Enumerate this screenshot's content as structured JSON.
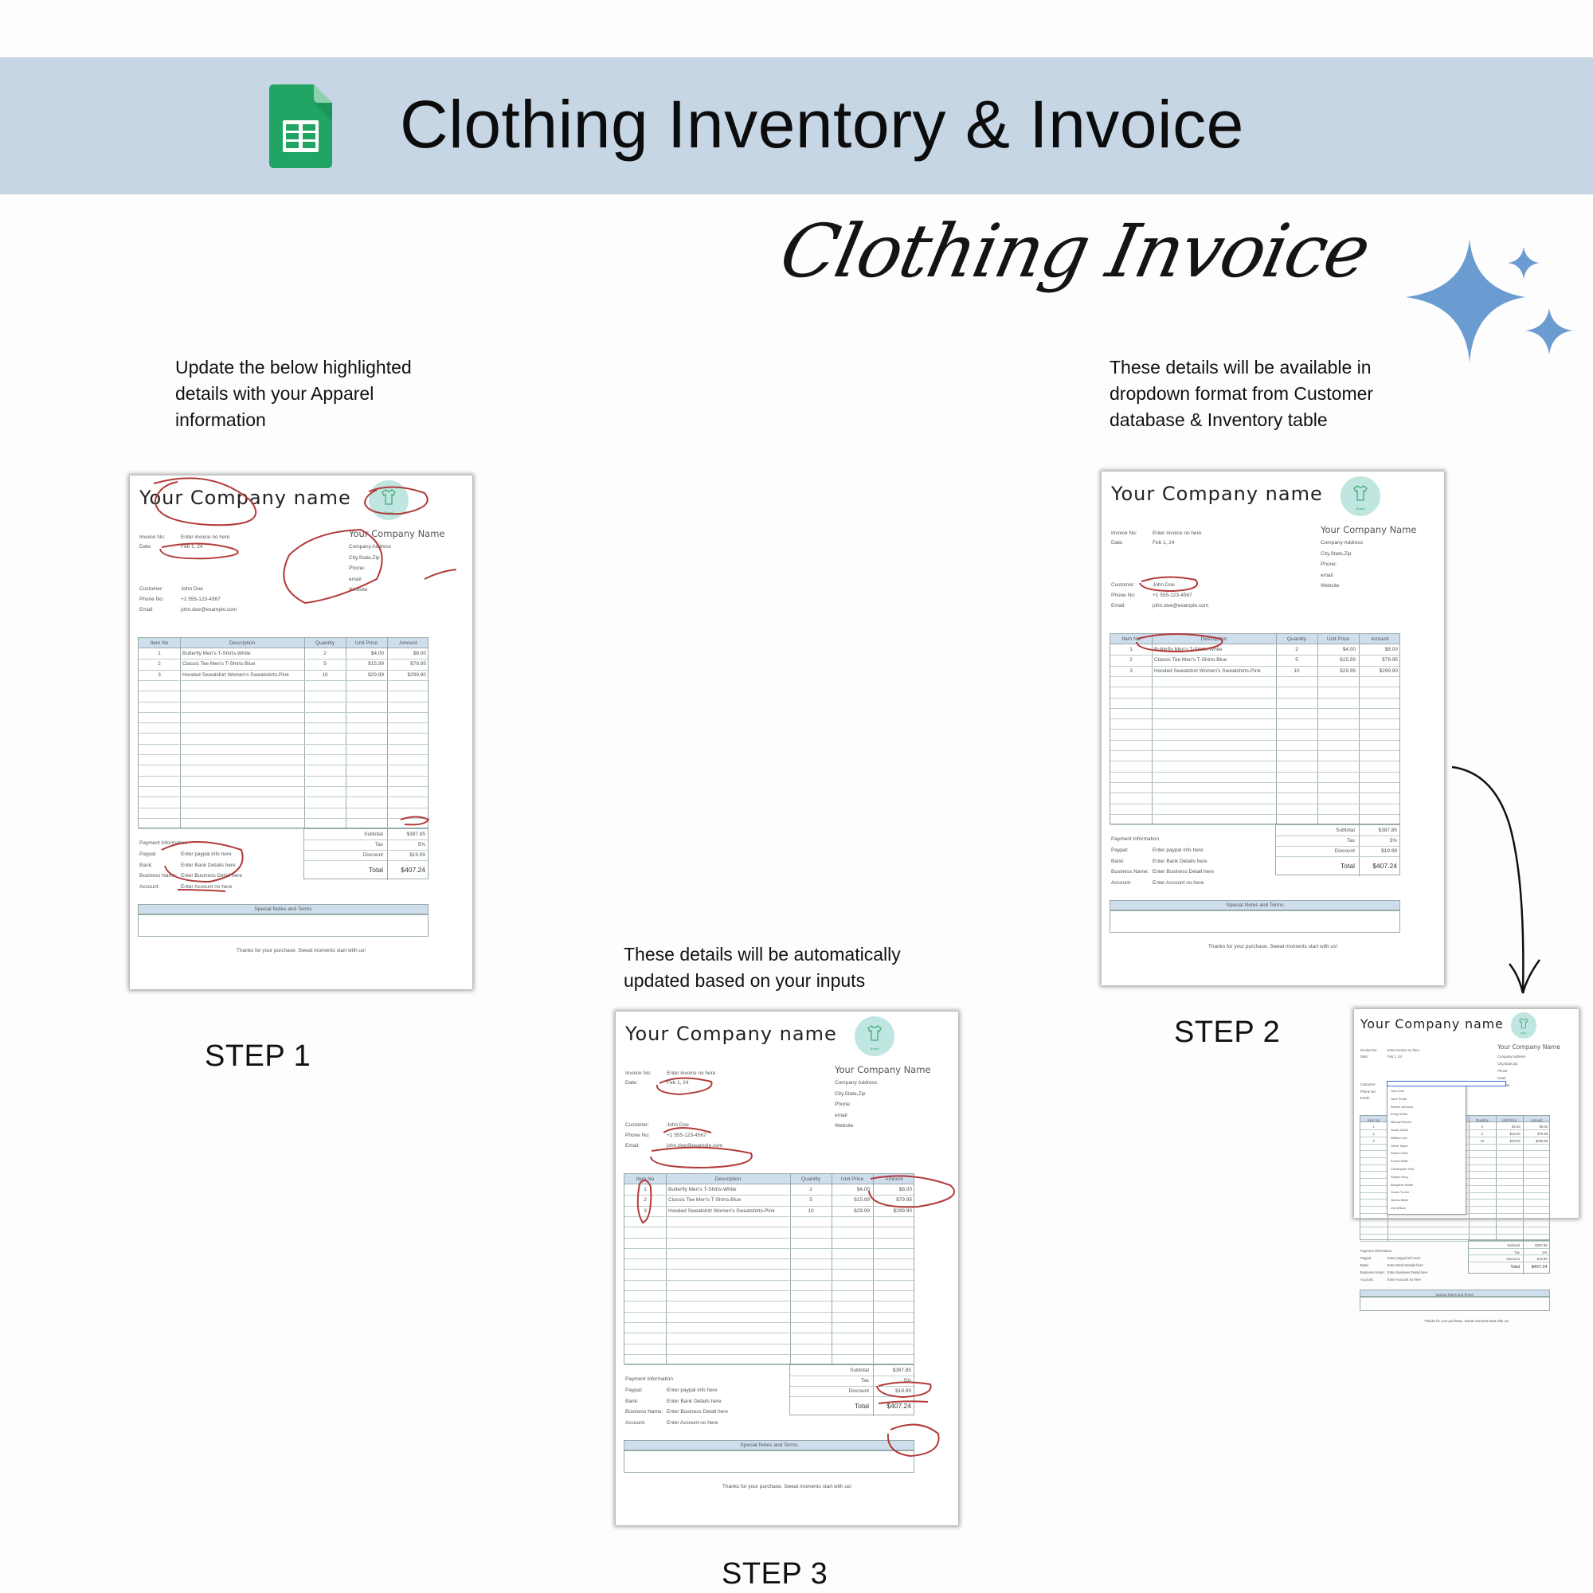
{
  "header": {
    "title": "Clothing Inventory & Invoice",
    "app_icon": "google-sheets-icon",
    "banner_color": "#c6d6e4"
  },
  "script_title": "Clothing Invoice",
  "captions": {
    "step1": "Update the below highlighted details with your Apparel information",
    "step2": "These details will be available in dropdown format from Customer database & Inventory table",
    "step3": "These details will be automatically updated based on your inputs"
  },
  "steps": {
    "step1": "STEP 1",
    "step2": "STEP 2",
    "step3": "STEP 3"
  },
  "invoice": {
    "company": "Your Company name",
    "company_name": "Your Company Name",
    "brand": "Brand",
    "address": [
      "Company Address",
      "City,State,Zip",
      "Phone:",
      "email",
      "Website"
    ],
    "fields": {
      "invoice_no_label": "Invoice No:",
      "invoice_no_value": "Enter invoice no here",
      "date_label": "Date:",
      "date_value": "Feb 1, 24",
      "customer_label": "Customer:",
      "customer_value": "John Doe",
      "phone_label": "Phone No:",
      "phone_value": "+1 555-123-4567",
      "email_label": "Email:",
      "email_value": "john.doe@example.com"
    },
    "columns": [
      "Item No",
      "Description",
      "Quantity",
      "Unit Price",
      "Amount"
    ],
    "rows": [
      [
        "1",
        "Butterfly Men's T-Shirts-White",
        "2",
        "$4.00",
        "$8.00"
      ],
      [
        "2",
        "Classic Tee Men's T-Shirts-Blue",
        "5",
        "$15.99",
        "$79.95"
      ],
      [
        "3",
        "Hooded Sweatshirt Women's Sweatshirts-Pink",
        "10",
        "$29.99",
        "$299.90"
      ]
    ],
    "totals": {
      "subtotal_label": "Subtotal",
      "subtotal": "$387.85",
      "tax_label": "Tax",
      "tax": "5%",
      "discount_label": "Discount",
      "discount": "$19.99",
      "total_label": "Total",
      "total": "$407.24"
    },
    "payment": {
      "title": "Payment Information",
      "paypal_label": "Paypal:",
      "paypal_value": "Enter paypal info here",
      "bank_label": "Bank:",
      "bank_value": "Enter Bank Details here",
      "business_label": "Business Name:",
      "business_value": "Enter Business Detail here",
      "account_label": "Account:",
      "account_value": "Enter Account no here"
    },
    "notes_title": "Special Notes and Terms",
    "thanks": "Thanks for your purchase. Sweat moments start with us!"
  },
  "dropdown_customers": [
    "John Doe",
    "Jane Smith",
    "Robert Johnson",
    "Emily White",
    "Michael Brown",
    "Sarah Davis",
    "William Lee",
    "Olivia Taylor",
    "Daniel Clark",
    "Emma Miller",
    "Christopher Hall",
    "Sophia King",
    "Benjamin White",
    "Grace Turner",
    "James Miller",
    "Lily Wilson"
  ],
  "colors": {
    "highlight_circle": "#b23a3a",
    "table_header": "#cfdeed",
    "logo_bg": "#bfe6e0",
    "sparkle": "#6a9bd1"
  }
}
